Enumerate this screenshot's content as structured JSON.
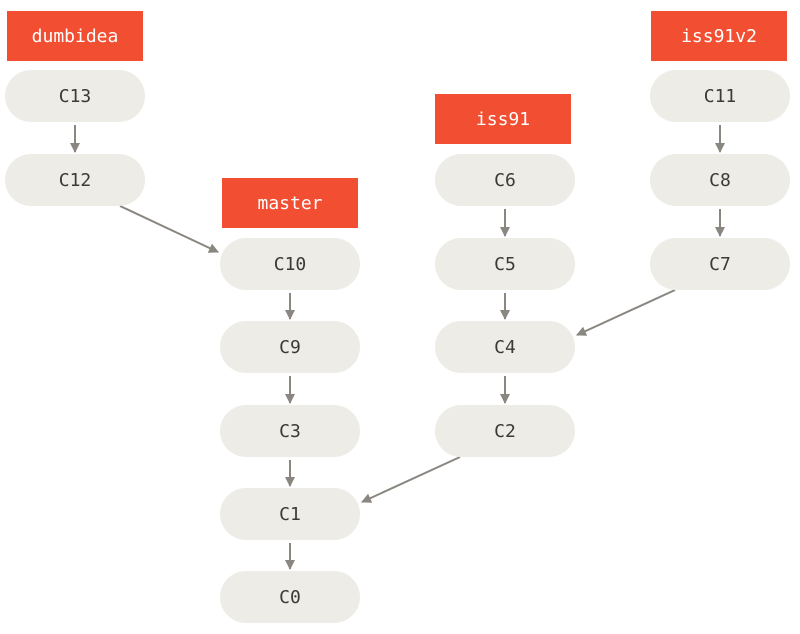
{
  "colors": {
    "branch_fill": "#f14e32",
    "commit_fill": "#edece6",
    "arrow": "#8a8680",
    "commit_text": "#3d3a36",
    "branch_text": "#ffffff"
  },
  "branches": [
    {
      "id": "dumbidea",
      "label": "dumbidea",
      "points_to": "C13"
    },
    {
      "id": "master",
      "label": "master",
      "points_to": "C10"
    },
    {
      "id": "iss91",
      "label": "iss91",
      "points_to": "C6"
    },
    {
      "id": "iss91v2",
      "label": "iss91v2",
      "points_to": "C11"
    }
  ],
  "commits": [
    {
      "id": "C13",
      "label": "C13",
      "parent": "C12"
    },
    {
      "id": "C12",
      "label": "C12",
      "parent": "C10"
    },
    {
      "id": "C10",
      "label": "C10",
      "parent": "C9"
    },
    {
      "id": "C9",
      "label": "C9",
      "parent": "C3"
    },
    {
      "id": "C3",
      "label": "C3",
      "parent": "C1"
    },
    {
      "id": "C1",
      "label": "C1",
      "parent": "C0"
    },
    {
      "id": "C0",
      "label": "C0",
      "parent": null
    },
    {
      "id": "C6",
      "label": "C6",
      "parent": "C5"
    },
    {
      "id": "C5",
      "label": "C5",
      "parent": "C4"
    },
    {
      "id": "C4",
      "label": "C4",
      "parent": "C2"
    },
    {
      "id": "C2",
      "label": "C2",
      "parent": "C1"
    },
    {
      "id": "C11",
      "label": "C11",
      "parent": "C8"
    },
    {
      "id": "C8",
      "label": "C8",
      "parent": "C7"
    },
    {
      "id": "C7",
      "label": "C7",
      "parent": "C4"
    }
  ]
}
